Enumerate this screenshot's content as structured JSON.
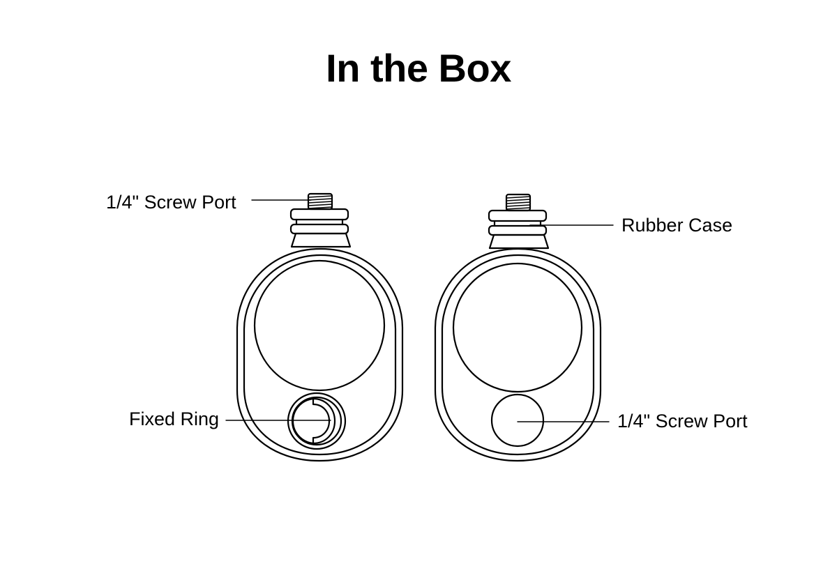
{
  "title": "In the Box",
  "labels": {
    "left_screw_port": "1/4\" Screw Port",
    "fixed_ring": "Fixed Ring",
    "rubber_case": "Rubber Case",
    "right_screw_port": "1/4\" Screw Port"
  }
}
